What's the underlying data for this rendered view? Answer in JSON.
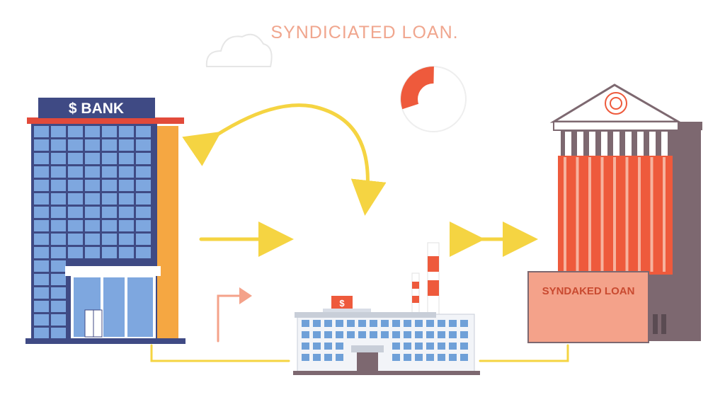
{
  "diagram": {
    "title": "SYNDICIATED LOAN.",
    "bank_sign": "$ BANK",
    "factory_sign": "$",
    "right_building_label": "SYNDAKED LOAN",
    "pie_fill_fraction": 0.3
  },
  "colors": {
    "title": "#f0a68e",
    "arrow": "#f5d442",
    "bank_glass": "#7ea7df",
    "bank_frame": "#3f4a84",
    "bank_side": "#f5a742",
    "bank_sign_bg": "#3f4a84",
    "accent_red": "#ee5a3c",
    "right_base": "#f4a28a",
    "right_tower": "#7d6870",
    "factory_window": "#6fa0d8"
  },
  "icons": {
    "cloud": "cloud-icon",
    "pie": "pie-chart-icon",
    "seal": "seal-icon"
  }
}
